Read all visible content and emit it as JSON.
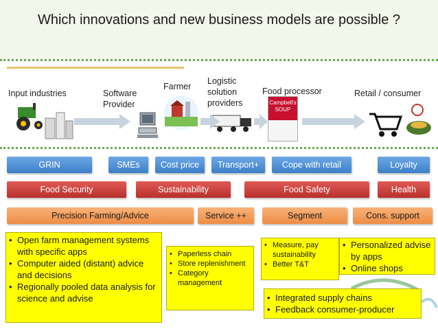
{
  "title": "Which innovations and new business models are possible ?",
  "stages": [
    {
      "label": "Input industries",
      "icon": "tractor-icon"
    },
    {
      "label": "Software Provider",
      "icon": "computer-icon"
    },
    {
      "label": "Farmer",
      "icon": "farm-icon"
    },
    {
      "label": "Logistic solution providers",
      "icon": "truck-icon"
    },
    {
      "label": "Food processor",
      "icon": "soup-can-icon"
    },
    {
      "label": "Retail / consumer",
      "icon": "shopping-cart-icon"
    }
  ],
  "row1": [
    "GRIN",
    "SMEs",
    "Cost price",
    "Transport+",
    "Cope with retail",
    "Loyalty"
  ],
  "row2": [
    "Food Security",
    "Sustainability",
    "Food Safety",
    "Health"
  ],
  "row3": [
    "Precision Farming/Advice",
    "Service ++",
    "Segment",
    "Cons. support"
  ],
  "box1": [
    "Open farm management systems with specific apps",
    "Computer aided (distant) advice and decisions",
    "Regionally pooled data analysis for science and advise"
  ],
  "box2": [
    "Paperless chain",
    "Store replenishment",
    "Category management"
  ],
  "box3": [
    "Measure, pay sustainability",
    "Better T&T"
  ],
  "box4": [
    "Personalized advise by apps",
    "Online shops"
  ],
  "box5": [
    "Integrated supply chains",
    "Feedback consumer-producer"
  ],
  "can_text": "Campbell's SOUP",
  "colors": {
    "blue": "#4a90d9",
    "red": "#c0392b",
    "orange": "#f39c52",
    "yellow": "#ffff00",
    "green": "#6aa84f"
  }
}
